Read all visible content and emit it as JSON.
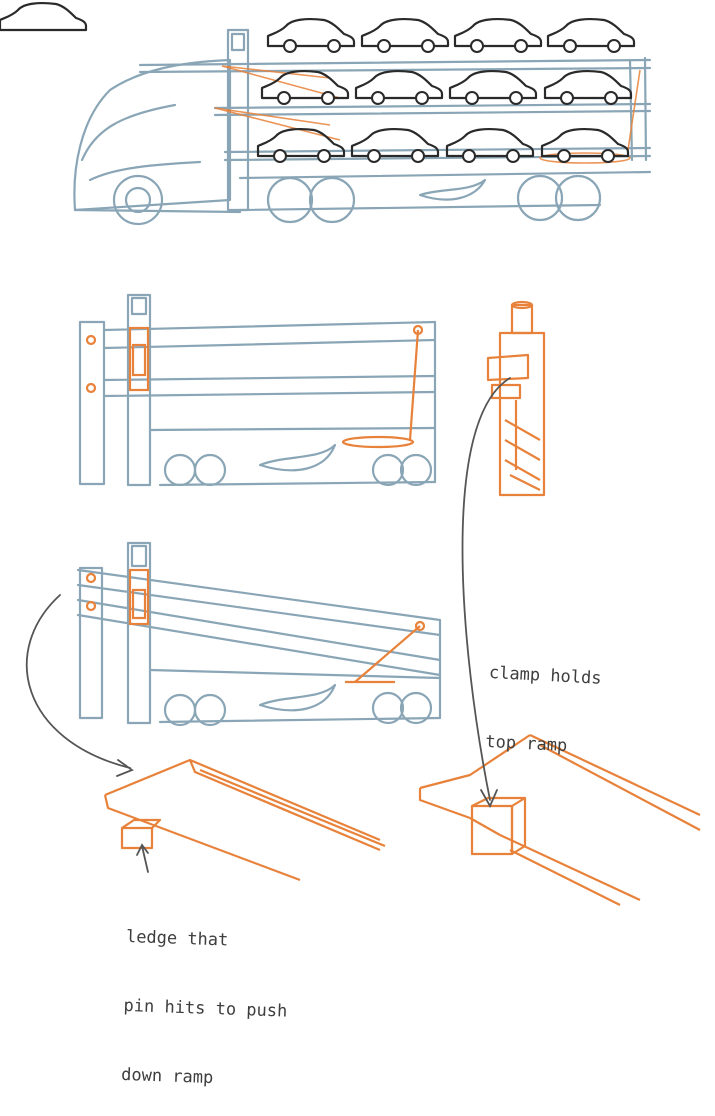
{
  "colors": {
    "truck_blue": "#8aa6b6",
    "orange": "#e8823a",
    "car_ink": "#2a2a2a",
    "arrow_gray": "#555555",
    "note_ink": "#3e3e3e"
  },
  "annotations": {
    "clamp_note": {
      "line1": "clamp holds",
      "line2": "top ramp"
    },
    "ledge_note": {
      "line1": "ledge that",
      "line2": "pin hits to push",
      "line3": "down ramp"
    }
  }
}
